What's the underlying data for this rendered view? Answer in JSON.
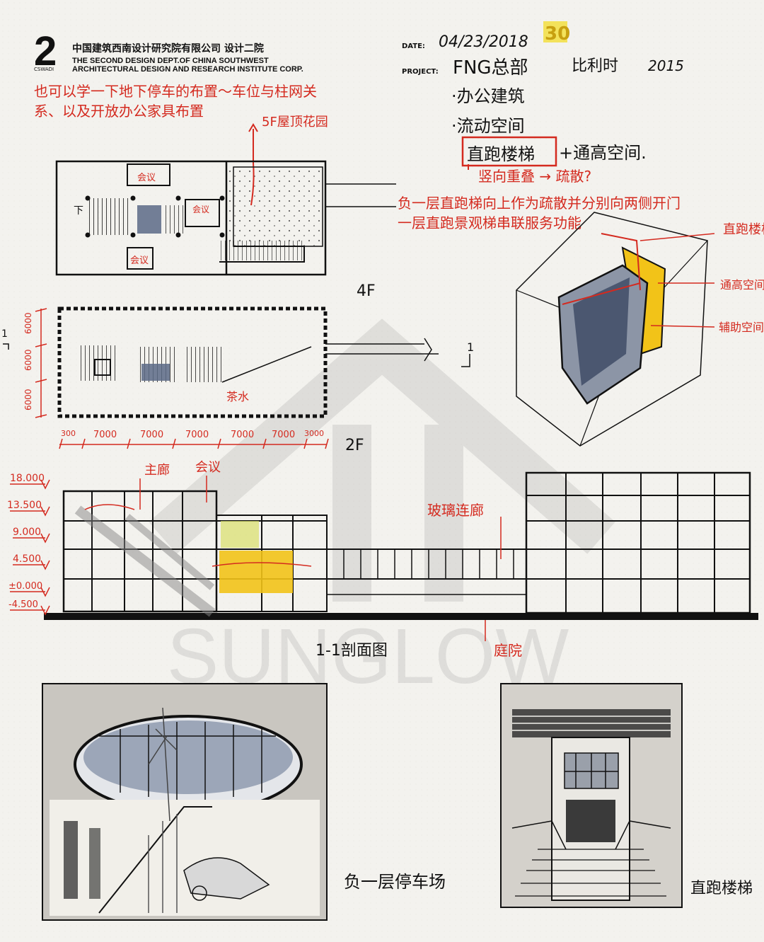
{
  "header": {
    "logo_number": "2",
    "logo_sub": "CSWADI",
    "company_cn": "中国建筑西南设计研究院有限公司 设计二院",
    "company_en_1": "THE SECOND DESIGN DEPT.OF CHINA SOUTHWEST",
    "company_en_2": "ARCHITECTURAL DESIGN AND RESEARCH INSTITUTE CORP.",
    "date_label": "DATE:",
    "date_value": "04/23/2018",
    "stamp": "30",
    "project_label": "PROJECT:",
    "project_value": "FNG总部",
    "project_country": "比利时",
    "project_year": "2015"
  },
  "notes": {
    "red_intro_1": "也可以学一下地下停车的布置～车位与柱网关",
    "red_intro_2": "系、以及开放办公家具布置",
    "bullet_1": "·办公建筑",
    "bullet_2": "·流动空间",
    "bullet_3_box": "直跑楼梯",
    "bullet_3_rest": "+通高空间.",
    "bullet_4": "竖向重叠 → 疏散?",
    "red_stair_1": "负一层直跑梯向上作为疏散并分别向两侧开门",
    "red_stair_2": "一层直跑景观梯串联服务功能",
    "roof_garden": "5F屋顶花园"
  },
  "plan_4f": {
    "label": "4F",
    "meeting": "会议",
    "stair_label": "下"
  },
  "plan_2f": {
    "label": "2F",
    "tea": "茶水",
    "section_mark": "1",
    "dims_h": [
      "300",
      "7000",
      "7000",
      "7000",
      "7000",
      "7000",
      "3000"
    ],
    "dims_v": [
      "6000",
      "6000",
      "6000"
    ]
  },
  "axon": {
    "label_stair": "直跑楼梯",
    "label_atrium": "通高空间",
    "label_aux": "辅助空间"
  },
  "section": {
    "title": "1-1剖面图",
    "levels": [
      "18.000",
      "13.500",
      "9.000",
      "4.500",
      "±0.000",
      "-4.500"
    ],
    "corridor": "主廊",
    "meeting": "会议",
    "glass_bridge": "玻璃连廊",
    "courtyard": "庭院"
  },
  "sketches": {
    "parking_caption": "负一层停车场",
    "stair_caption": "直跑楼梯"
  },
  "watermark": {
    "text": "SUNGLOW",
    "registered": "®"
  },
  "colors": {
    "ink": "#161616",
    "red": "#d42a1f",
    "yellow": "#f2c318",
    "blue_gray": "#5a6a86",
    "paper": "#f3f2ee"
  }
}
